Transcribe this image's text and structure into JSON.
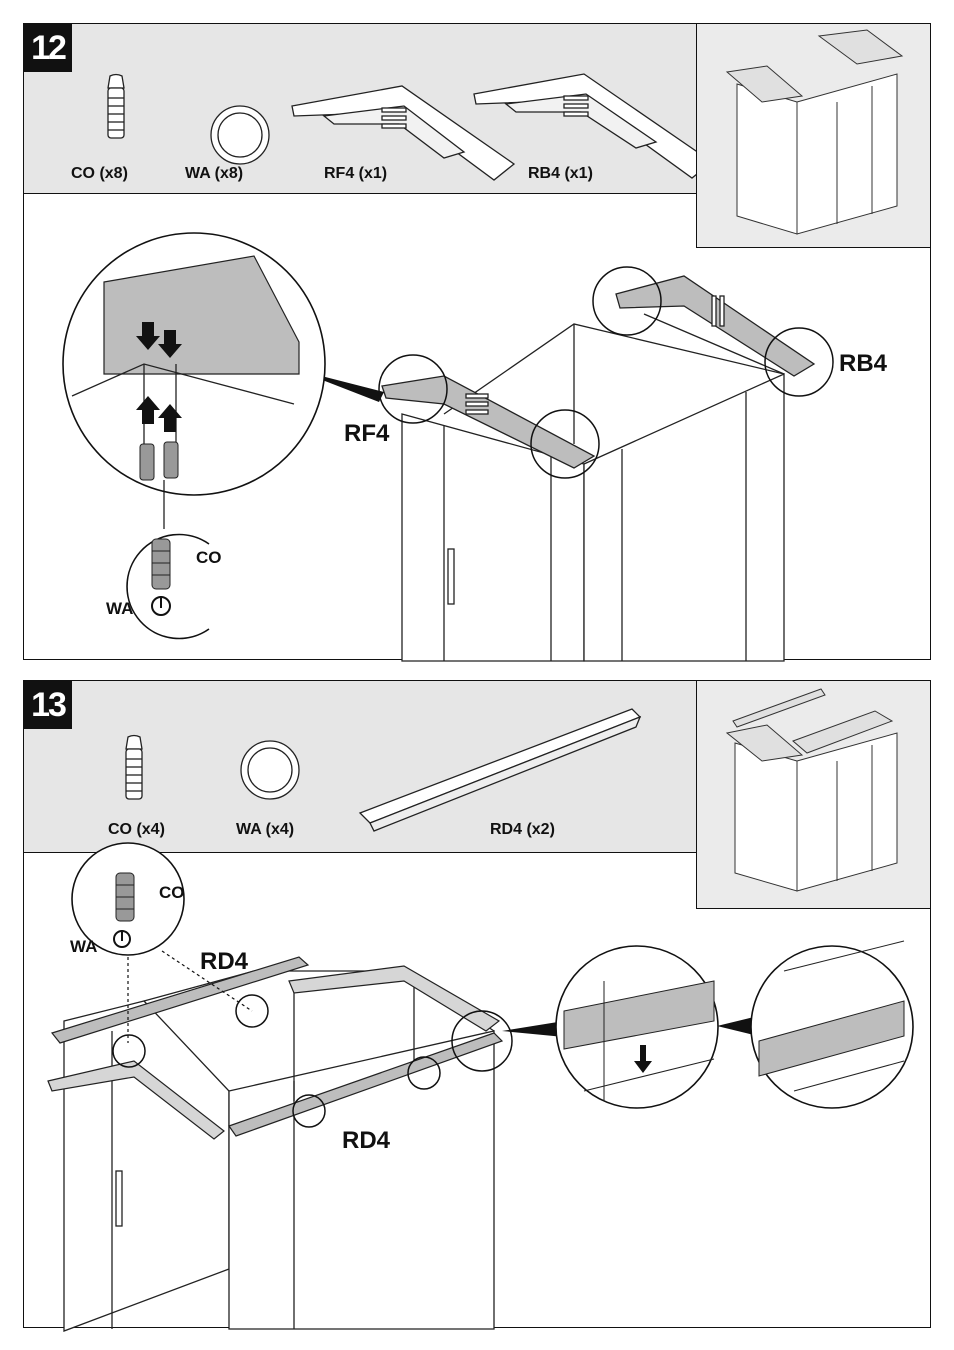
{
  "step12": {
    "number": "12",
    "parts": [
      {
        "label": "CO (x8)"
      },
      {
        "label": "WA (x8)"
      },
      {
        "label": "RF4 (x1)"
      },
      {
        "label": "RB4 (x1)"
      }
    ],
    "callouts": {
      "rf4": "RF4",
      "rb4": "RB4",
      "co": "CO",
      "wa": "WA"
    }
  },
  "step13": {
    "number": "13",
    "parts": [
      {
        "label": "CO (x4)"
      },
      {
        "label": "WA (x4)"
      },
      {
        "label": "RD4 (x2)"
      }
    ],
    "callouts": {
      "rd4_top": "RD4",
      "rd4_bottom": "RD4",
      "co": "CO",
      "wa": "WA"
    }
  },
  "colors": {
    "border": "#111111",
    "panel_gray": "#e6e6e6",
    "part_gray": "#bdbdbd"
  }
}
